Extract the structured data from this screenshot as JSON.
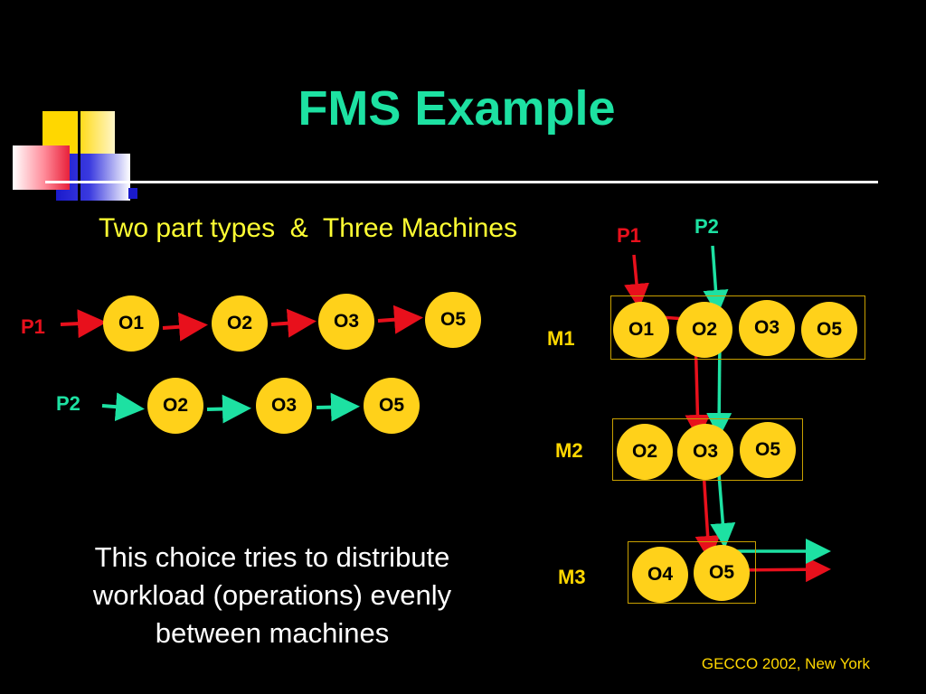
{
  "title": "FMS Example",
  "subtitle": "Two part types  &  Three Machines",
  "left_flow": {
    "p1_label": "P1",
    "p1_ops": [
      "O1",
      "O2",
      "O3",
      "O5"
    ],
    "p2_label": "P2",
    "p2_ops": [
      "O2",
      "O3",
      "O5"
    ]
  },
  "right_flow": {
    "p1_label": "P1",
    "p2_label": "P2",
    "m1": {
      "label": "M1",
      "ops": [
        "O1",
        "O2",
        "O3",
        "O5"
      ]
    },
    "m2": {
      "label": "M2",
      "ops": [
        "O2",
        "O3",
        "O5"
      ]
    },
    "m3": {
      "label": "M3",
      "ops": [
        "O4",
        "O5"
      ]
    }
  },
  "description": "This choice tries to distribute workload (operations) evenly between machines",
  "footer": "GECCO 2002, New York",
  "colors": {
    "title": "#1de1a2",
    "p1_route": "#e8101c",
    "p2_route": "#1de1a2",
    "operation": "#ffd11a",
    "subtitle": "#ffff33"
  }
}
